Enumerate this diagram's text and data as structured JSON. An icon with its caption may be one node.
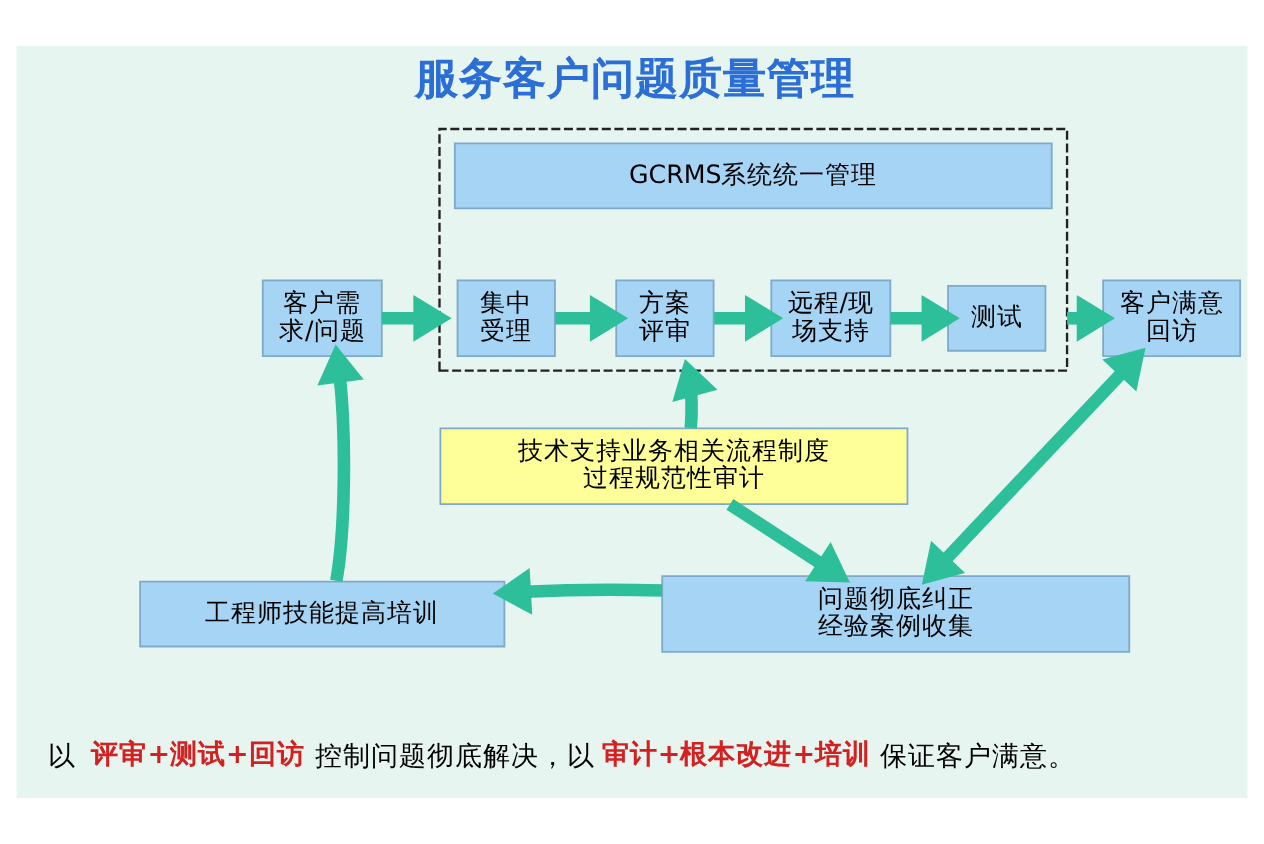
{
  "diagram": {
    "title": "服务客户问题质量管理",
    "nodes": [
      {
        "text": [
          "客户需求/问题"
        ]
      },
      {
        "text": [],
        "shape": "box"
      },
      {
        "text": [
          "GCRMS系统统一管理"
        ],
        "in": 1
      },
      {
        "text": [
          "集中受理"
        ],
        "in": 1
      },
      {
        "text": [
          "方案评审"
        ],
        "in": 1
      },
      {
        "text": [
          "远程/现场支持"
        ],
        "in": 1
      },
      {
        "text": [
          "测试"
        ],
        "in": 1
      },
      {
        "text": [
          "客户满意回访"
        ]
      },
      {
        "text": [
          "技术支持业务相关流程制度过程规范性审计"
        ]
      },
      {
        "text": [
          "问题彻底纠正经验案例收集"
        ]
      },
      {
        "text": [
          "工程师技能提高培训"
        ]
      }
    ],
    "edges": [
      {
        "from": 0,
        "to": 1,
        "arrow": "to"
      },
      {
        "from": 3,
        "to": 4,
        "arrow": "to"
      },
      {
        "from": 4,
        "to": 5,
        "arrow": "to"
      },
      {
        "from": 5,
        "to": 6,
        "arrow": "to"
      },
      {
        "from": 1,
        "to": 7,
        "arrow": "to"
      },
      {
        "from": 8,
        "to": 1,
        "arrow": "to"
      },
      {
        "from": 8,
        "to": 9,
        "arrow": "to"
      },
      {
        "from": 7,
        "to": 9,
        "arrow": "both"
      },
      {
        "from": 9,
        "to": 10,
        "arrow": "to"
      },
      {
        "from": 10,
        "to": 0,
        "arrow": "to"
      }
    ],
    "labels": [
      "以**评审+测试+回访**控制问题彻底解决，以**审计+根本改进+培训**保证客户满意。"
    ]
  }
}
